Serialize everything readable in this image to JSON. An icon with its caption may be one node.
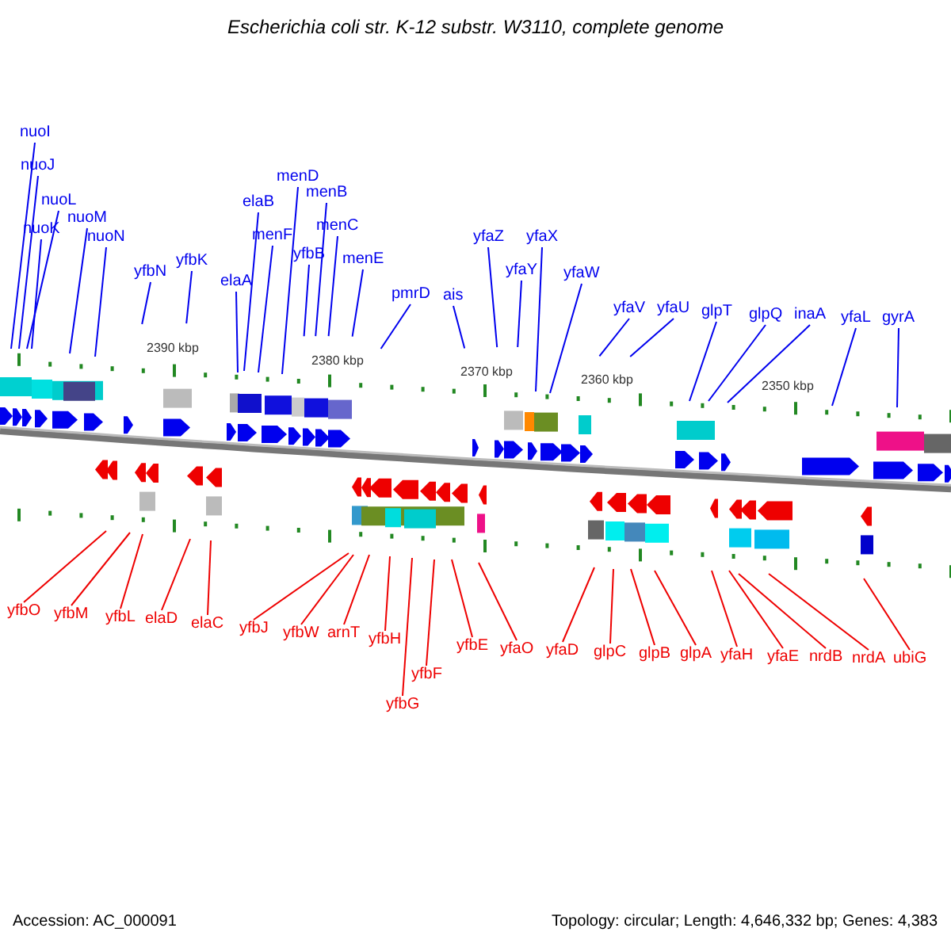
{
  "diagram": {
    "title": "Escherichia coli str. K-12 substr. W3110, complete genome",
    "nodes": [
      {
        "text": [
          "nuoI"
        ]
      },
      {
        "text": [
          "nuoJ"
        ]
      },
      {
        "text": [
          "nuoL"
        ]
      },
      {
        "text": [
          "nuoK"
        ]
      },
      {
        "text": [
          "nuoM"
        ]
      },
      {
        "text": [
          "nuoN"
        ]
      },
      {
        "text": [
          "yfbN"
        ]
      },
      {
        "text": [
          "yfbK"
        ]
      },
      {
        "text": [
          "elaA"
        ]
      },
      {
        "text": [
          "elaB"
        ]
      },
      {
        "text": [
          "menF"
        ]
      },
      {
        "text": [
          "menD"
        ]
      },
      {
        "text": [
          "yfbB"
        ]
      },
      {
        "text": [
          "menB"
        ]
      },
      {
        "text": [
          "menC"
        ]
      },
      {
        "text": [
          "menE"
        ]
      },
      {
        "text": [
          "pmrD"
        ]
      },
      {
        "text": [
          "ais"
        ]
      },
      {
        "text": [
          "yfaZ"
        ]
      },
      {
        "text": [
          "yfaY"
        ]
      },
      {
        "text": [
          "yfaX"
        ]
      },
      {
        "text": [
          "yfaW"
        ]
      },
      {
        "text": [
          "yfaV"
        ]
      },
      {
        "text": [
          "yfaU"
        ]
      },
      {
        "text": [
          "glpT"
        ]
      },
      {
        "text": [
          "glpQ"
        ]
      },
      {
        "text": [
          "inaA"
        ]
      },
      {
        "text": [
          "yfaL"
        ]
      },
      {
        "text": [
          "gyrA"
        ]
      },
      {
        "text": [
          "yfbO"
        ]
      },
      {
        "text": [
          "yfbM"
        ]
      },
      {
        "text": [
          "yfbL"
        ]
      },
      {
        "text": [
          "elaD"
        ]
      },
      {
        "text": [
          "elaC"
        ]
      },
      {
        "text": [
          "yfbJ"
        ]
      },
      {
        "text": [
          "yfbW"
        ]
      },
      {
        "text": [
          "arnT"
        ]
      },
      {
        "text": [
          "yfbH"
        ]
      },
      {
        "text": [
          "yfbG"
        ]
      },
      {
        "text": [
          "yfbF"
        ]
      },
      {
        "text": [
          "yfbE"
        ]
      },
      {
        "text": [
          "yfaO"
        ]
      },
      {
        "text": [
          "yfaD"
        ]
      },
      {
        "text": [
          "glpC"
        ]
      },
      {
        "text": [
          "glpB"
        ]
      },
      {
        "text": [
          "glpA"
        ]
      },
      {
        "text": [
          "yfaH"
        ]
      },
      {
        "text": [
          "yfaE"
        ]
      },
      {
        "text": [
          "nrdB"
        ]
      },
      {
        "text": [
          "nrdA"
        ]
      },
      {
        "text": [
          "ubiG"
        ]
      }
    ],
    "edges": [
      {
        "from": 0,
        "to": null,
        "arrow": "none"
      },
      {
        "from": 1,
        "to": null,
        "arrow": "none"
      },
      {
        "from": 2,
        "to": null,
        "arrow": "none"
      },
      {
        "from": 3,
        "to": null,
        "arrow": "none"
      },
      {
        "from": 4,
        "to": null,
        "arrow": "none"
      },
      {
        "from": 5,
        "to": null,
        "arrow": "none"
      },
      {
        "from": 6,
        "to": null,
        "arrow": "none"
      },
      {
        "from": 7,
        "to": null,
        "arrow": "none"
      },
      {
        "from": 8,
        "to": null,
        "arrow": "none"
      },
      {
        "from": 9,
        "to": null,
        "arrow": "none"
      },
      {
        "from": 10,
        "to": null,
        "arrow": "none"
      },
      {
        "from": 11,
        "to": null,
        "arrow": "none"
      },
      {
        "from": 12,
        "to": null,
        "arrow": "none"
      },
      {
        "from": 13,
        "to": null,
        "arrow": "none"
      },
      {
        "from": 14,
        "to": null,
        "arrow": "none"
      },
      {
        "from": 15,
        "to": null,
        "arrow": "none"
      },
      {
        "from": 16,
        "to": null,
        "arrow": "none"
      },
      {
        "from": 17,
        "to": null,
        "arrow": "none"
      },
      {
        "from": 18,
        "to": null,
        "arrow": "none"
      },
      {
        "from": 19,
        "to": null,
        "arrow": "none"
      },
      {
        "from": 20,
        "to": null,
        "arrow": "none"
      },
      {
        "from": 21,
        "to": null,
        "arrow": "none"
      },
      {
        "from": 22,
        "to": null,
        "arrow": "none"
      },
      {
        "from": 23,
        "to": null,
        "arrow": "none"
      },
      {
        "from": 24,
        "to": null,
        "arrow": "none"
      },
      {
        "from": 25,
        "to": null,
        "arrow": "none"
      },
      {
        "from": 26,
        "to": null,
        "arrow": "none"
      },
      {
        "from": 27,
        "to": null,
        "arrow": "none"
      },
      {
        "from": 28,
        "to": null,
        "arrow": "none"
      },
      {
        "from": 29,
        "to": null,
        "arrow": "none",
        "color": "#ee0000"
      },
      {
        "from": 30,
        "to": null,
        "arrow": "none",
        "color": "#ee0000"
      },
      {
        "from": 31,
        "to": null,
        "arrow": "none",
        "color": "#ee0000"
      },
      {
        "from": 32,
        "to": null,
        "arrow": "none",
        "color": "#ee0000"
      },
      {
        "from": 33,
        "to": null,
        "arrow": "none",
        "color": "#ee0000"
      },
      {
        "from": 34,
        "to": null,
        "arrow": "none",
        "color": "#ee0000"
      },
      {
        "from": 35,
        "to": null,
        "arrow": "none",
        "color": "#ee0000"
      },
      {
        "from": 36,
        "to": null,
        "arrow": "none",
        "color": "#ee0000"
      },
      {
        "from": 37,
        "to": null,
        "arrow": "none",
        "color": "#ee0000"
      },
      {
        "from": 38,
        "to": null,
        "arrow": "none",
        "color": "#ee0000"
      },
      {
        "from": 39,
        "to": null,
        "arrow": "none",
        "color": "#ee0000"
      },
      {
        "from": 40,
        "to": null,
        "arrow": "none",
        "color": "#ee0000"
      },
      {
        "from": 41,
        "to": null,
        "arrow": "none",
        "color": "#ee0000"
      },
      {
        "from": 42,
        "to": null,
        "arrow": "none",
        "color": "#ee0000"
      },
      {
        "from": 43,
        "to": null,
        "arrow": "none",
        "color": "#ee0000"
      },
      {
        "from": 44,
        "to": null,
        "arrow": "none",
        "color": "#ee0000"
      },
      {
        "from": 45,
        "to": null,
        "arrow": "none",
        "color": "#ee0000"
      },
      {
        "from": 46,
        "to": null,
        "arrow": "none",
        "color": "#ee0000"
      },
      {
        "from": 47,
        "to": null,
        "arrow": "none",
        "color": "#ee0000"
      },
      {
        "from": 48,
        "to": null,
        "arrow": "none",
        "color": "#ee0000"
      },
      {
        "from": 49,
        "to": null,
        "arrow": "none",
        "color": "#ee0000"
      },
      {
        "from": 50,
        "to": null,
        "arrow": "none",
        "color": "#ee0000"
      }
    ],
    "labels": [
      "2390 kbp",
      "2380 kbp",
      "2370 kbp",
      "2360 kbp",
      "2350 kbp",
      "Accession: AC_000091",
      "Topology: circular; Length: 4,646,332 bp; Genes: 4,383"
    ]
  }
}
